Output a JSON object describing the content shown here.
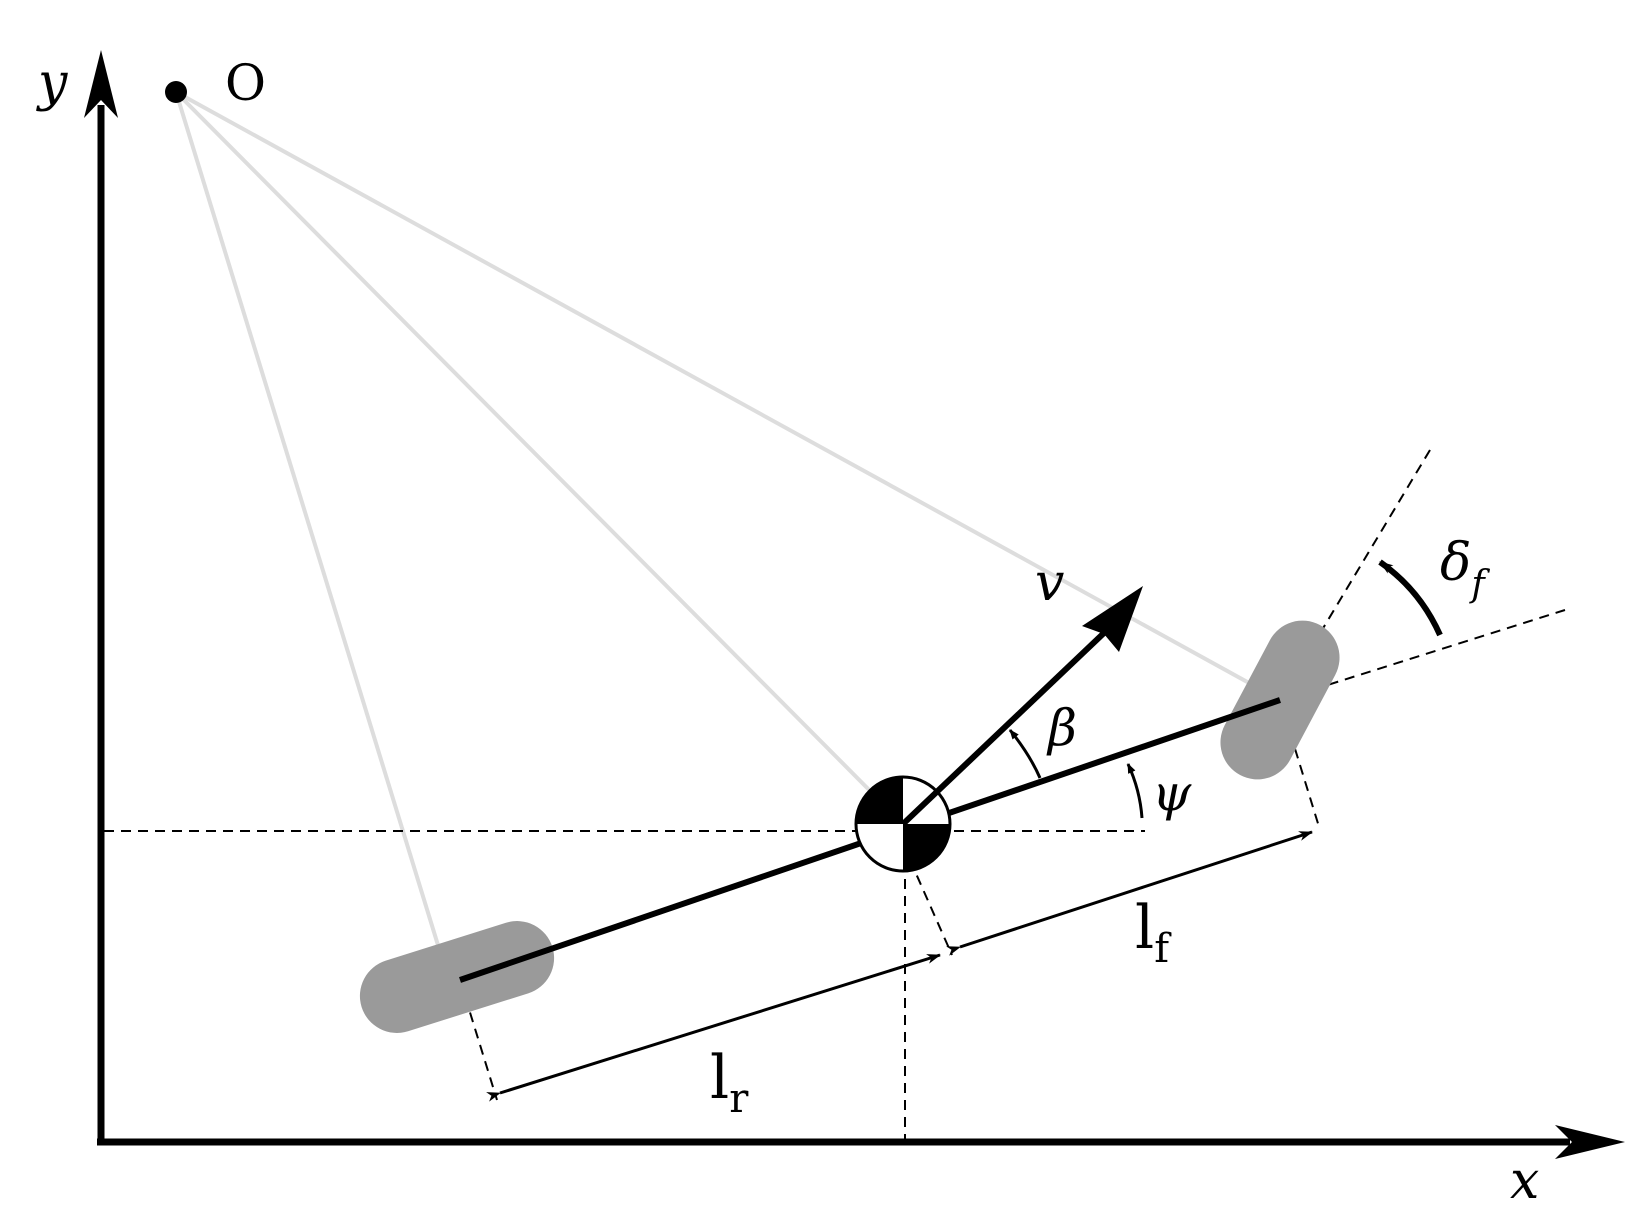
{
  "diagram": {
    "labels": {
      "origin": "O",
      "x_axis": "x",
      "y_axis": "y",
      "velocity": "v",
      "slip_angle": "β",
      "yaw_angle": "ψ",
      "steering_angle_base": "δ",
      "steering_angle_sub": "f",
      "front_length_base": "l",
      "front_length_sub": "f",
      "rear_length_base": "l",
      "rear_length_sub": "r"
    },
    "colors": {
      "ink": "#000000",
      "wheel": "#9a9a9a",
      "radial_lines": "#dddddd",
      "background": "#ffffff"
    }
  }
}
